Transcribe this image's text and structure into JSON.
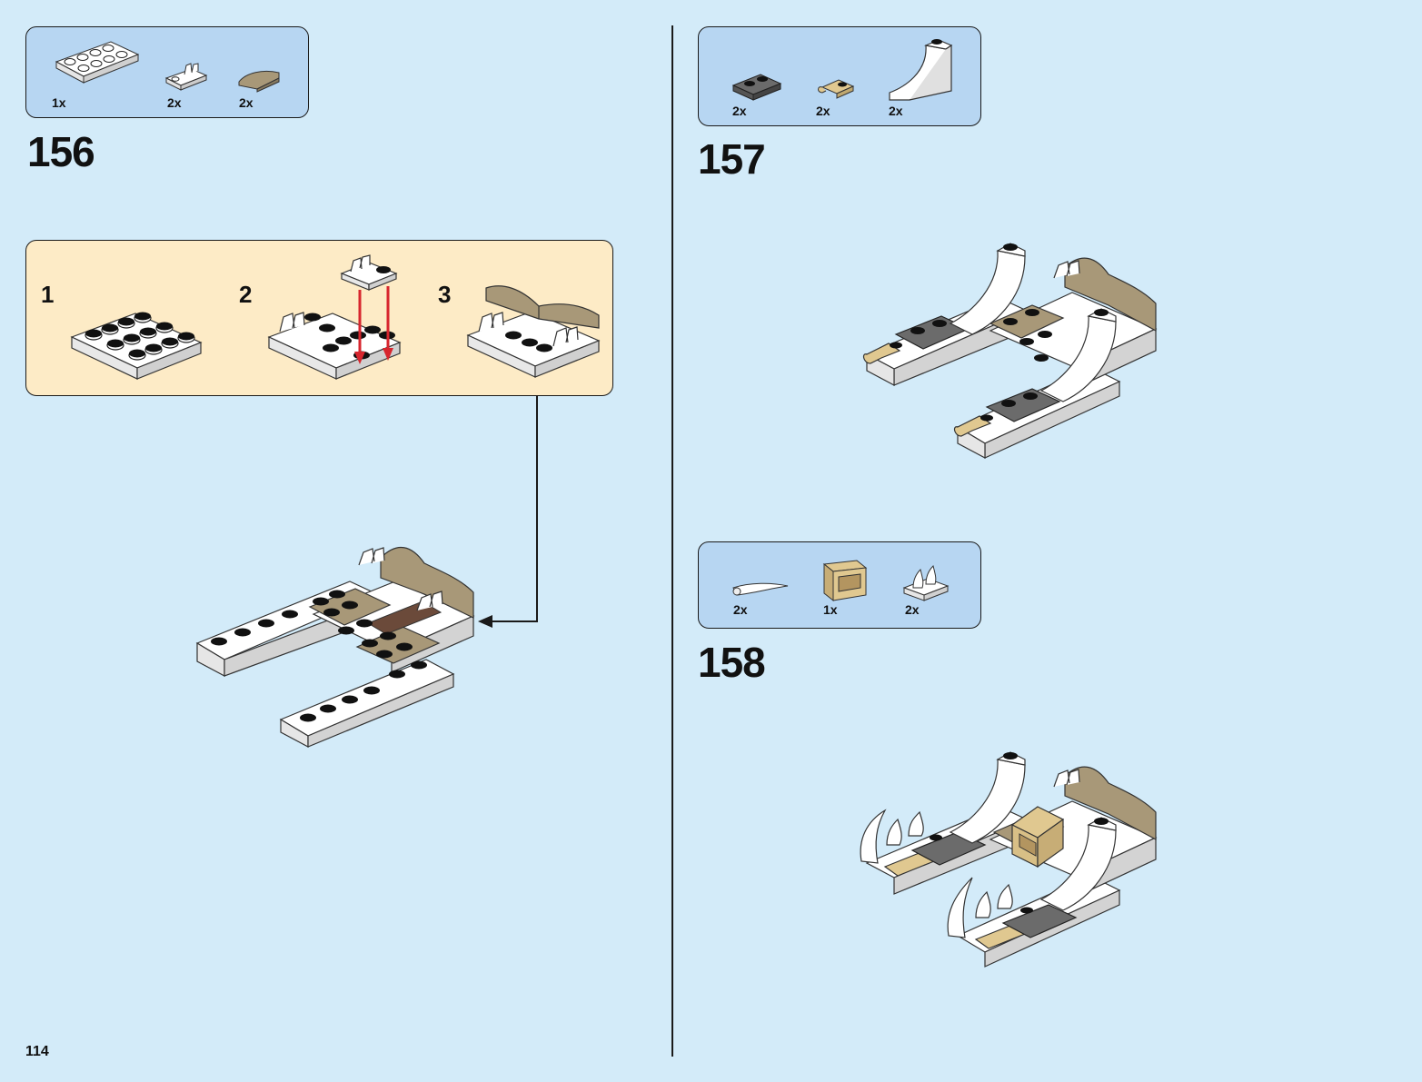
{
  "page_number": "114",
  "steps": [
    {
      "number": "156",
      "parts": [
        {
          "qty": "1x",
          "icon": "white-plate-2x4-icon"
        },
        {
          "qty": "2x",
          "icon": "white-clip-plate-icon"
        },
        {
          "qty": "2x",
          "icon": "dark-tan-curved-slope-icon"
        }
      ],
      "substeps": [
        "1",
        "2",
        "3"
      ]
    },
    {
      "number": "157",
      "parts": [
        {
          "qty": "2x",
          "icon": "dark-gray-plate-1x2-icon"
        },
        {
          "qty": "2x",
          "icon": "tan-clip-plate-icon"
        },
        {
          "qty": "2x",
          "icon": "white-curved-slope-icon"
        }
      ]
    },
    {
      "number": "158",
      "parts": [
        {
          "qty": "2x",
          "icon": "white-horn-icon"
        },
        {
          "qty": "1x",
          "icon": "tan-window-frame-icon"
        },
        {
          "qty": "2x",
          "icon": "white-tooth-plate-icon"
        }
      ]
    }
  ],
  "colors": {
    "background": "#d3ebf9",
    "parts_box": "#b7d6f2",
    "substep_box": "#fdebc6",
    "white_brick": "#ffffff",
    "dark_tan": "#a89878",
    "tan": "#e0c890",
    "dark_gray": "#6b6b6b",
    "arrow_red": "#d7262e"
  }
}
